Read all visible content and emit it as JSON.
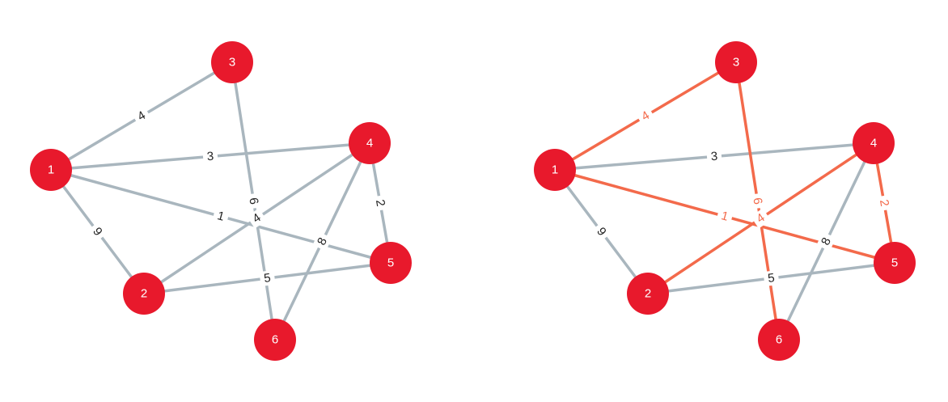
{
  "colors": {
    "node_fill": "#e8192c",
    "node_text": "#ffffff",
    "edge_default": "#a9b6be",
    "edge_highlight": "#f36a4b",
    "label_default": "#222222"
  },
  "graphs": [
    {
      "id": "graph-left",
      "nodes": [
        {
          "id": "1",
          "label": "1"
        },
        {
          "id": "2",
          "label": "2"
        },
        {
          "id": "3",
          "label": "3"
        },
        {
          "id": "4",
          "label": "4"
        },
        {
          "id": "5",
          "label": "5"
        },
        {
          "id": "6",
          "label": "6"
        }
      ],
      "edges": [
        {
          "from": "1",
          "to": "3",
          "weight": "4",
          "highlighted": false
        },
        {
          "from": "1",
          "to": "4",
          "weight": "3",
          "highlighted": false
        },
        {
          "from": "1",
          "to": "5",
          "weight": "1",
          "highlighted": false
        },
        {
          "from": "1",
          "to": "2",
          "weight": "9",
          "highlighted": false
        },
        {
          "from": "3",
          "to": "6",
          "weight": "6",
          "highlighted": false
        },
        {
          "from": "4",
          "to": "2",
          "weight": "4",
          "highlighted": false
        },
        {
          "from": "4",
          "to": "6",
          "weight": "8",
          "highlighted": false
        },
        {
          "from": "4",
          "to": "5",
          "weight": "2",
          "highlighted": false
        },
        {
          "from": "2",
          "to": "5",
          "weight": "5",
          "highlighted": false
        }
      ]
    },
    {
      "id": "graph-right",
      "nodes": [
        {
          "id": "1",
          "label": "1"
        },
        {
          "id": "2",
          "label": "2"
        },
        {
          "id": "3",
          "label": "3"
        },
        {
          "id": "4",
          "label": "4"
        },
        {
          "id": "5",
          "label": "5"
        },
        {
          "id": "6",
          "label": "6"
        }
      ],
      "edges": [
        {
          "from": "1",
          "to": "3",
          "weight": "4",
          "highlighted": true
        },
        {
          "from": "1",
          "to": "4",
          "weight": "3",
          "highlighted": false
        },
        {
          "from": "1",
          "to": "5",
          "weight": "1",
          "highlighted": true
        },
        {
          "from": "1",
          "to": "2",
          "weight": "9",
          "highlighted": false
        },
        {
          "from": "3",
          "to": "6",
          "weight": "6",
          "highlighted": true
        },
        {
          "from": "4",
          "to": "2",
          "weight": "4",
          "highlighted": true
        },
        {
          "from": "4",
          "to": "6",
          "weight": "8",
          "highlighted": false
        },
        {
          "from": "4",
          "to": "5",
          "weight": "2",
          "highlighted": true
        },
        {
          "from": "2",
          "to": "5",
          "weight": "5",
          "highlighted": false
        }
      ]
    }
  ]
}
